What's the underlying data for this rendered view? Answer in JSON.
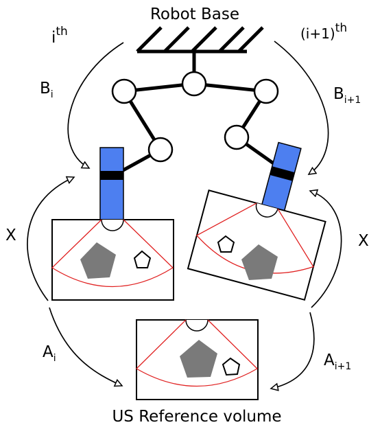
{
  "labels": {
    "robot_base": "Robot Base",
    "ith_base": "i",
    "ith_sup": "th",
    "i1th_base": "(i+1)",
    "i1th_sup": "th",
    "B_i": "B",
    "B_i_sub": "i",
    "B_i1": "B",
    "B_i1_sub": "i+1",
    "X_left": "X",
    "X_right": "X",
    "A_i": "A",
    "A_i_sub": "i",
    "A_i1": "A",
    "A_i1_sub": "i+1",
    "us_reference": "US Reference volume"
  },
  "colors": {
    "probe_blue": "#4d7ff0",
    "probe_band": "#000000",
    "fan_red": "#e02020",
    "pentagon_gray": "#7a7a7a",
    "pentagon_small_fill": "#ffffff",
    "line": "#000000"
  }
}
